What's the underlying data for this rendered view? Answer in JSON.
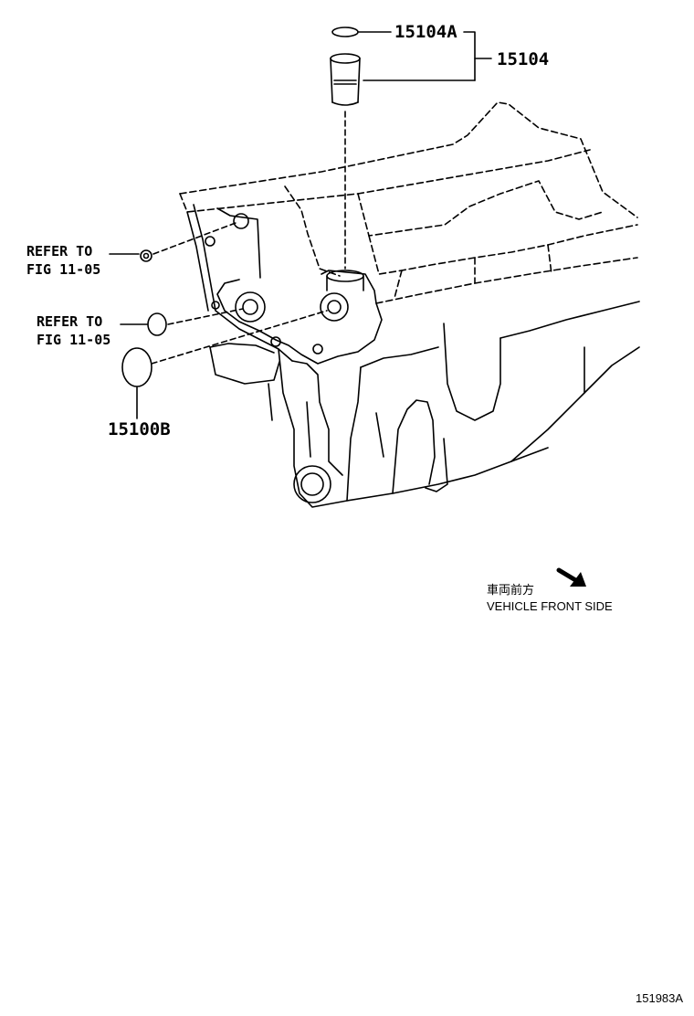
{
  "parts": {
    "p15104A": "15104A",
    "p15104": "15104",
    "p15100B": "15100B"
  },
  "references": {
    "ref1": {
      "line1": "REFER TO",
      "line2": "FIG 11-05"
    },
    "ref2": {
      "line1": "REFER TO",
      "line2": "FIG 11-05"
    }
  },
  "direction_note": {
    "jp": "車両前方",
    "en": "VEHICLE FRONT SIDE"
  },
  "figure_id": "151983A"
}
